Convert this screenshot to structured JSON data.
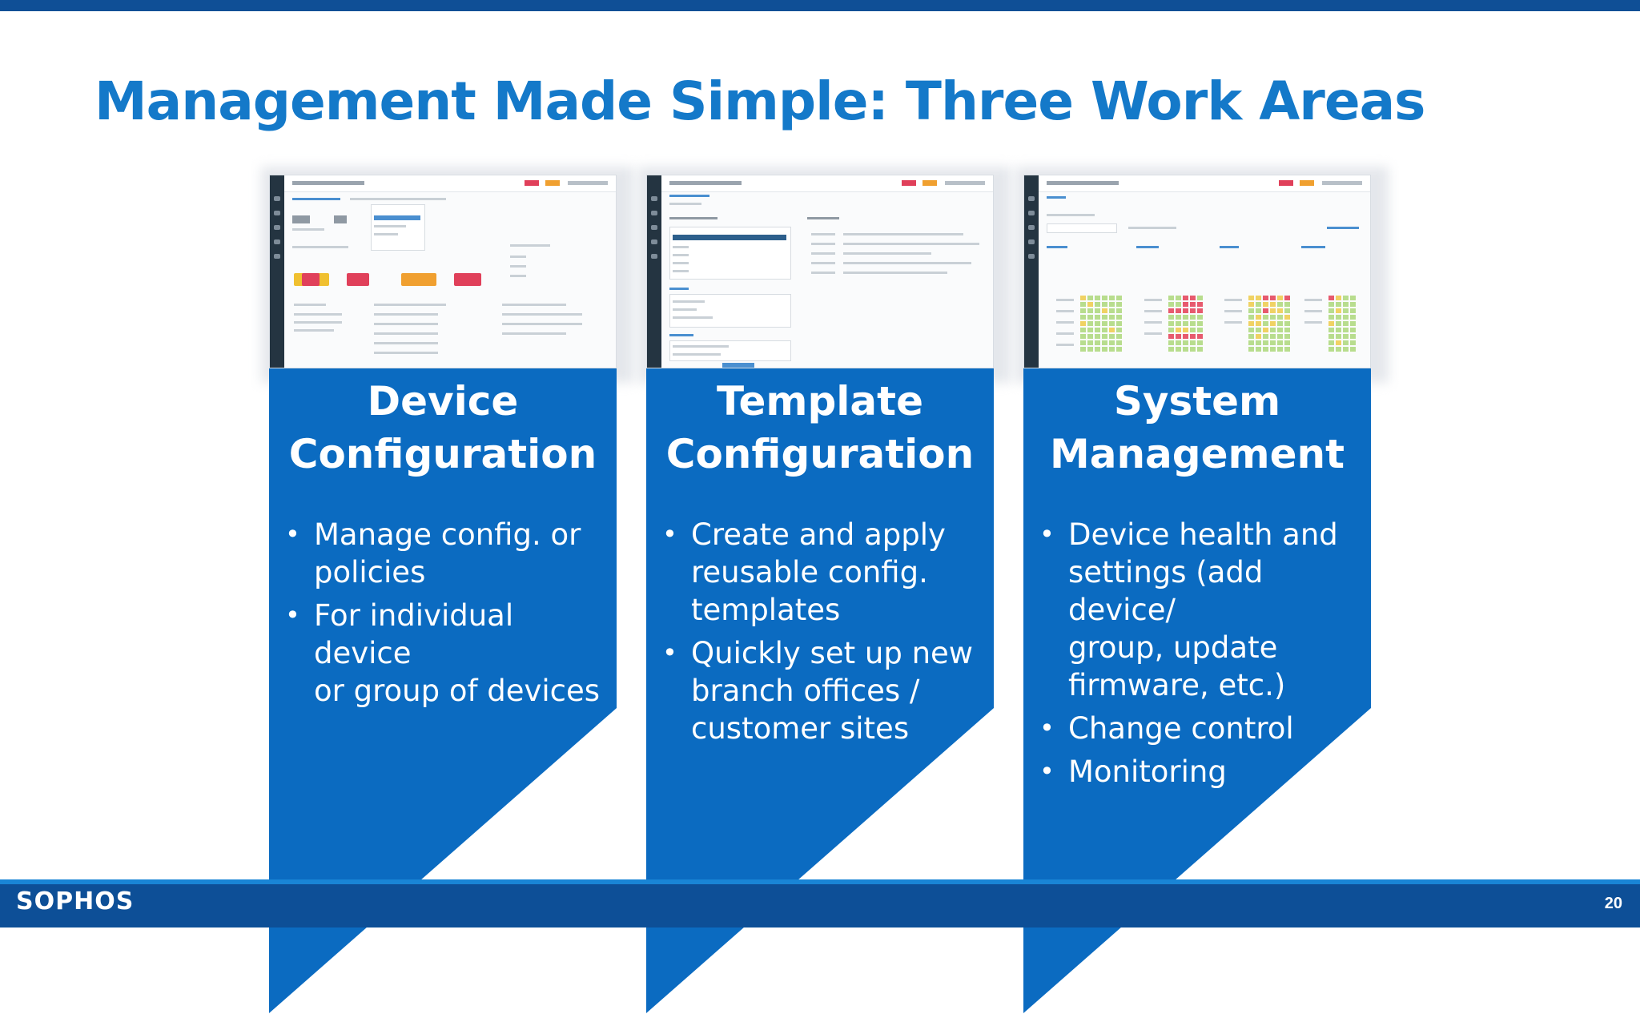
{
  "slide": {
    "title": "Management Made Simple: Three Work Areas",
    "page_number": "20",
    "logo": "SOPHOS"
  },
  "cards": [
    {
      "title_lines": [
        "Device",
        "Configuration"
      ],
      "bullets": [
        [
          "Manage config. or",
          "policies"
        ],
        [
          "For individual device",
          "or group of devices"
        ]
      ]
    },
    {
      "title_lines": [
        "Template",
        "Configuration"
      ],
      "bullets": [
        [
          "Create and apply",
          "reusable config.",
          "templates"
        ],
        [
          "Quickly set up new",
          "branch offices /",
          "customer sites"
        ]
      ]
    },
    {
      "title_lines": [
        "System",
        "Management"
      ],
      "bullets": [
        [
          "Device health and",
          "settings (add device/",
          "group, update",
          "firmware, etc.)"
        ],
        [
          "Change control"
        ],
        [
          "Monitoring"
        ]
      ]
    }
  ],
  "bullet_glyph": "•",
  "colors": {
    "title": "#1479c9",
    "panel": "#0b6bc1",
    "bars": "#0d4f97"
  }
}
